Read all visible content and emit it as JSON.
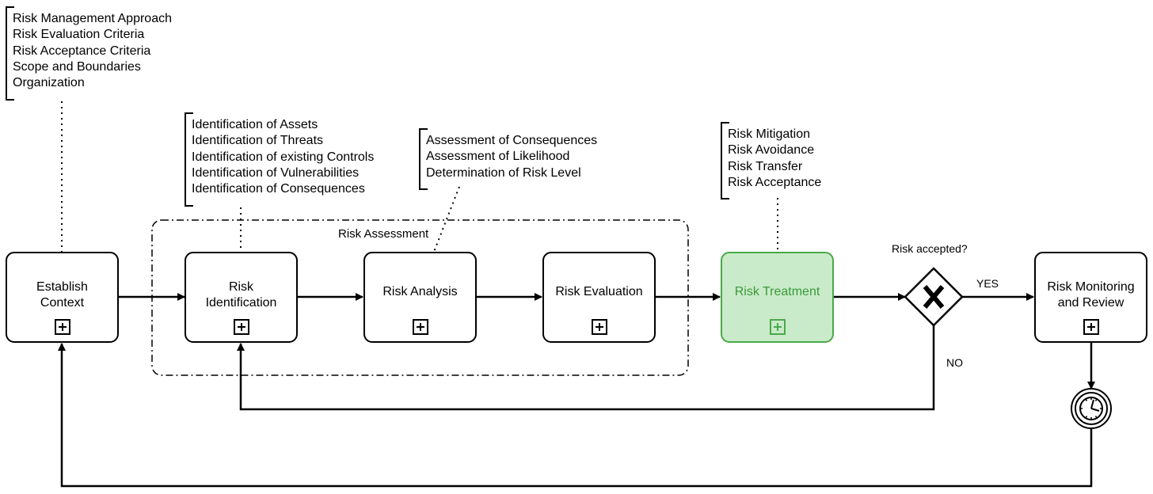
{
  "annotations": {
    "context": [
      "Risk Management Approach",
      "Risk Evaluation Criteria",
      "Risk Acceptance Criteria",
      "Scope and Boundaries",
      "Organization"
    ],
    "identification": [
      "Identification of Assets",
      "Identification of Threats",
      "Identification of existing Controls",
      "Identification of Vulnerabilities",
      "Identification of Consequences"
    ],
    "analysis": [
      "Assessment of Consequences",
      "Assessment of Likelihood",
      "Determination of Risk Level"
    ],
    "treatment": [
      "Risk Mitigation",
      "Risk Avoidance",
      "Risk Transfer",
      "Risk Acceptance"
    ]
  },
  "group": {
    "label": "Risk Assessment"
  },
  "tasks": {
    "establish_context": "Establish\nContext",
    "risk_identification": "Risk\nIdentification",
    "risk_analysis": "Risk Analysis",
    "risk_evaluation": "Risk Evaluation",
    "risk_treatment": "Risk Treatment",
    "risk_monitoring": "Risk Monitoring\nand Review"
  },
  "gateway": {
    "question": "Risk accepted?",
    "yes": "YES",
    "no": "NO"
  },
  "colors": {
    "treatment_fill": "#c9ebc9",
    "treatment_stroke": "#4aa84a",
    "treatment_text": "#3a9a3a"
  },
  "icons": {
    "gateway": "exclusive-gateway-x-icon",
    "timer": "timer-clock-icon",
    "expand": "plus-square-icon"
  }
}
